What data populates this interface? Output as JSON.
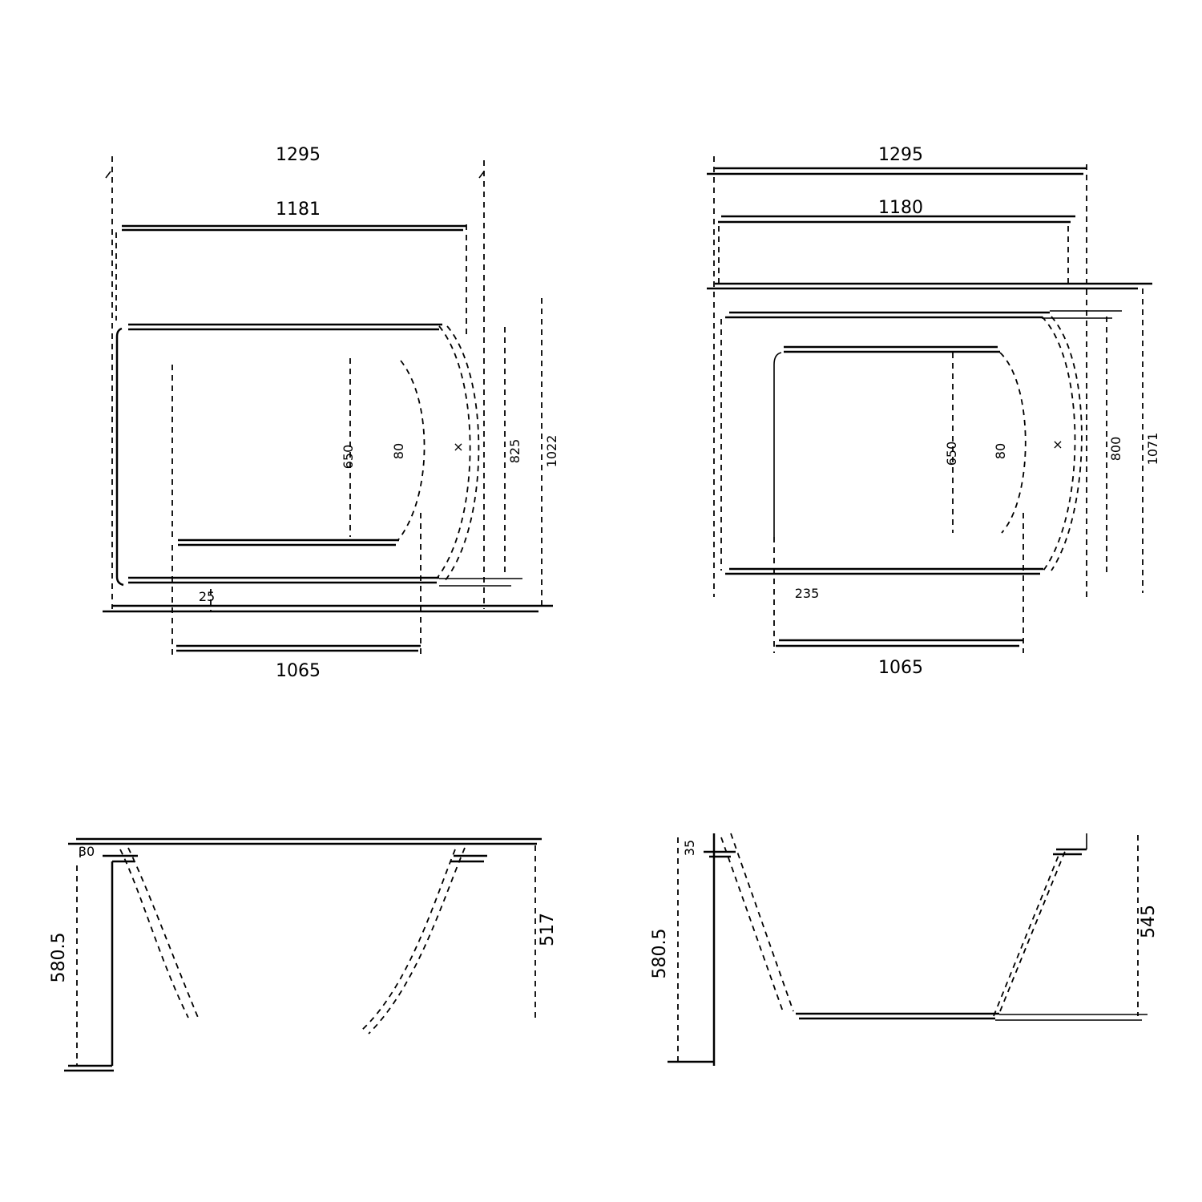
{
  "drawing": {
    "top_left_plan": {
      "overall_width": "1295",
      "inner_width": "1181",
      "bottom_width": "1065",
      "small_offset": "25",
      "inner_depth_center": "650",
      "radius": "80",
      "depth_a": "825",
      "depth_b": "1022"
    },
    "top_right_plan": {
      "overall_width": "1295",
      "inner_width": "1180",
      "bottom_width": "1065",
      "offset": "235",
      "inner_depth_center": "650",
      "radius": "80",
      "depth_a": "800",
      "depth_b": "1071"
    },
    "bottom_left_section": {
      "rim_height": "30",
      "overall_height": "580.5",
      "basin_depth": "517"
    },
    "bottom_right_section": {
      "rim_height": "35",
      "overall_height": "580.5",
      "basin_depth": "545"
    }
  }
}
